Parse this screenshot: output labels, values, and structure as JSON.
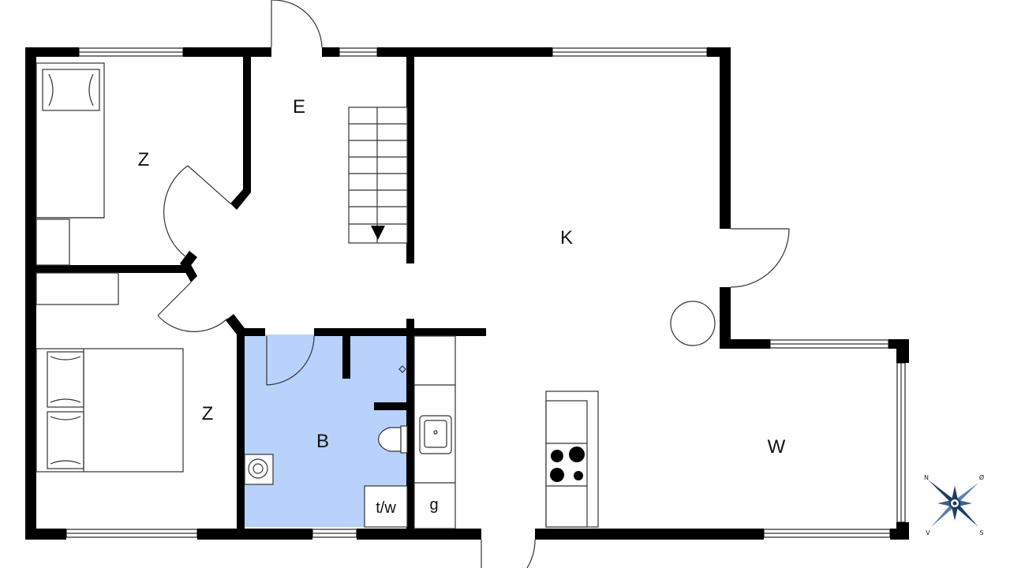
{
  "rooms": {
    "entrance": "E",
    "bedroom_top": "Z",
    "bedroom_bottom": "Z",
    "kitchen": "K",
    "bathroom": "B",
    "living": "W"
  },
  "fixtures": {
    "washer": "t/w",
    "storage": "g"
  },
  "compass": {
    "n": "N",
    "e": "Ø",
    "s": "S",
    "w": "V"
  },
  "colors": {
    "bathroom_fill": "#b8d2fb",
    "wall": "#000000",
    "compass": "#1f3d63"
  }
}
